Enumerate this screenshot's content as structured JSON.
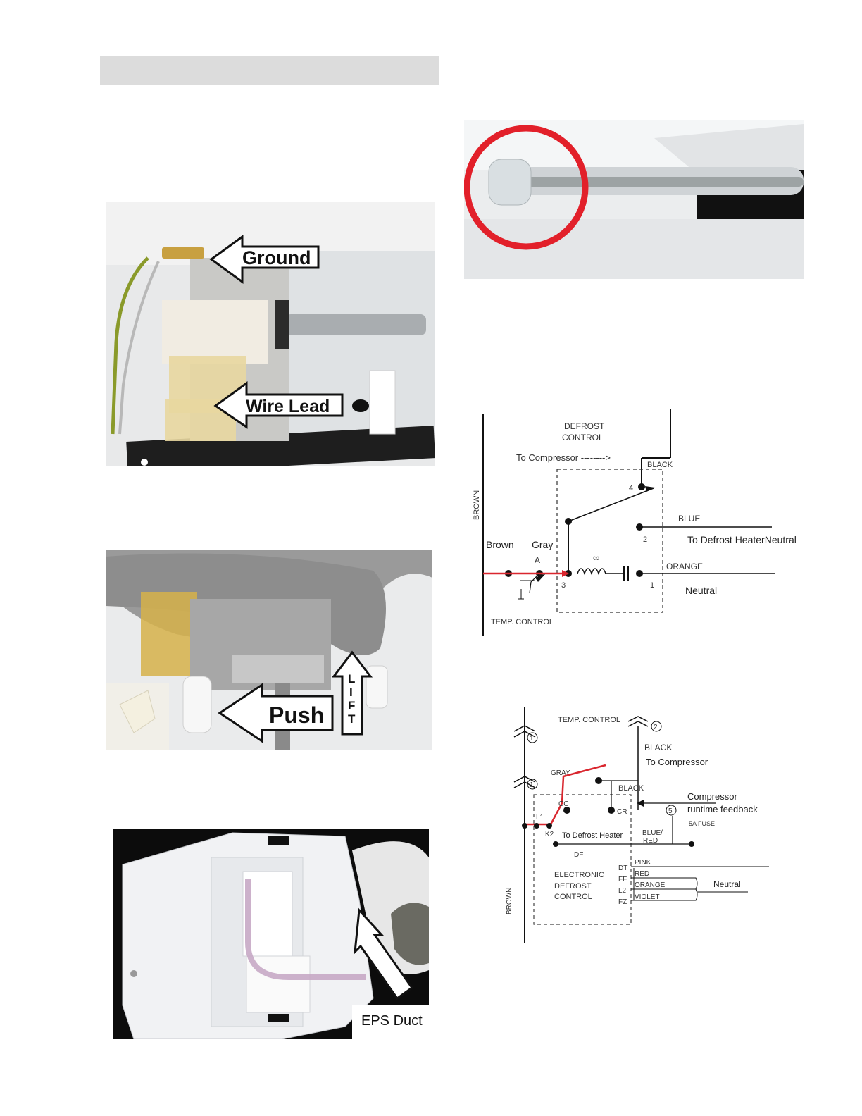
{
  "photos": {
    "thermostat_ground": {
      "labels": {
        "ground": "Ground",
        "wire_lead": "Wire Lead"
      }
    },
    "thermostat_remove": {
      "labels": {
        "push": "Push",
        "lift": [
          "L",
          "I",
          "F",
          "T"
        ]
      }
    },
    "eps_duct": {
      "labels": {
        "eps_duct": "EPS Duct"
      }
    },
    "capillary_tube": {}
  },
  "diagram_mechanical": {
    "labels": {
      "defrost_control_line1": "DEFROST",
      "defrost_control_line2": "CONTROL",
      "to_compressor": "To Compressor -------->",
      "black": "BLACK",
      "brown": "BROWN",
      "blue": "BLUE",
      "to_defrost_heater": "To Defrost HeaterNeutral",
      "brown_wire": "Brown",
      "gray_wire": "Gray",
      "point_a": "A",
      "orange": "ORANGE",
      "neutral": "Neutral",
      "temp_control": "TEMP. CONTROL",
      "pin_1": "1",
      "pin_2": "2",
      "pin_3": "3",
      "pin_4": "4",
      "infinity": "∞"
    }
  },
  "diagram_electronic": {
    "labels": {
      "temp_control": "TEMP. CONTROL",
      "circle_1a": "1",
      "circle_1b": "1",
      "circle_2": "2",
      "circle_5": "5",
      "black_top": "BLACK",
      "to_compressor": "To Compressor",
      "gray": "GRAY",
      "black_mid": "BLACK",
      "compressor_feedback_1": "Compressor",
      "compressor_feedback_2": "runtime feedback",
      "cc": "CC",
      "cr": "CR",
      "fuse": "5A FUSE",
      "l1": "L1",
      "k2": "K2",
      "to_defrost_heater": "To Defrost Heater",
      "blue_red_1": "BLUE/",
      "blue_red_2": "RED",
      "df": "DF",
      "dt": "DT",
      "ff": "FF",
      "l2": "L2",
      "fz": "FZ",
      "pink": "PINK",
      "red": "RED",
      "orange": "ORANGE",
      "violet": "VIOLET",
      "neutral": "Neutral",
      "electronic_1": "ELECTRONIC",
      "electronic_2": "DEFROST",
      "electronic_3": "CONTROL",
      "brown": "BROWN"
    }
  }
}
